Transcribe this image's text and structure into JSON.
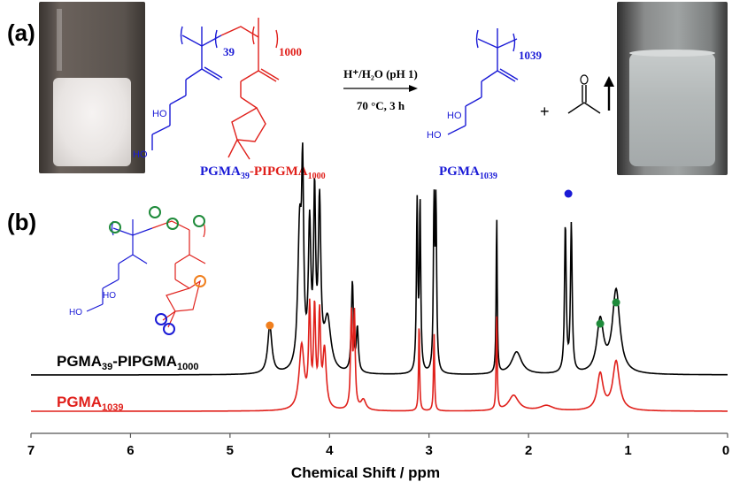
{
  "panel_a": {
    "label": "(a)",
    "copolymer": {
      "name_main_a": "PGMA",
      "name_sub_a": "39",
      "name_sep": "-PIPGMA",
      "name_sub_b": "1000",
      "sub_a": "39",
      "sub_b": "1000",
      "ho_1": "HO",
      "ho_2": "HO"
    },
    "conditions": {
      "reagent": "H⁺/H₂O (pH 1)",
      "temperature": "70 °C, 3 h"
    },
    "product": {
      "name_main": "PGMA",
      "name_sub": "1039",
      "sub": "1039",
      "ho_1": "HO",
      "ho_2": "HO"
    },
    "plus": "+",
    "colors": {
      "pgma": "#1a1ad6",
      "pipgma": "#e0201b",
      "photo_before": "#e8e4e2",
      "photo_after": "#b8bcbc"
    }
  },
  "panel_b": {
    "label": "(b)",
    "trace_labels": {
      "top_main": "PGMA",
      "top_sub_a": "39",
      "top_sep": "-PIPGMA",
      "top_sub_b": "1000",
      "bottom_main": "PGMA",
      "bottom_sub": "1039"
    },
    "structure": {
      "ho_1": "HO",
      "ho_2": "HO"
    },
    "marker_colors": {
      "orange": "#f07f1e",
      "blue": "#1a1ad6",
      "green": "#1e8a3a"
    }
  },
  "chart_data": {
    "type": "line",
    "xlabel": "Chemical Shift / ppm",
    "xlim": [
      7,
      0
    ],
    "x_reversed": true,
    "xticks": [
      "7",
      "6",
      "5",
      "4",
      "3",
      "2",
      "1",
      "0"
    ],
    "grid": false,
    "series": [
      {
        "name": "PGMA39-PIPGMA1000",
        "color": "#000000",
        "peaks": [
          {
            "x": 4.6,
            "h": 0.28,
            "w": 0.025
          },
          {
            "x": 4.3,
            "h": 0.8,
            "w": 0.022
          },
          {
            "x": 4.27,
            "h": 1.0,
            "w": 0.012
          },
          {
            "x": 4.2,
            "h": 0.8,
            "w": 0.015
          },
          {
            "x": 4.15,
            "h": 0.96,
            "w": 0.012
          },
          {
            "x": 4.1,
            "h": 0.93,
            "w": 0.015
          },
          {
            "x": 4.02,
            "h": 0.3,
            "w": 0.04
          },
          {
            "x": 3.77,
            "h": 0.52,
            "w": 0.012
          },
          {
            "x": 3.72,
            "h": 0.25,
            "w": 0.012
          },
          {
            "x": 3.12,
            "h": 0.97,
            "w": 0.008
          },
          {
            "x": 3.09,
            "h": 0.97,
            "w": 0.008
          },
          {
            "x": 2.95,
            "h": 0.94,
            "w": 0.008
          },
          {
            "x": 2.93,
            "h": 0.94,
            "w": 0.008
          },
          {
            "x": 2.32,
            "h": 0.92,
            "w": 0.006
          },
          {
            "x": 2.12,
            "h": 0.13,
            "w": 0.06
          },
          {
            "x": 1.63,
            "h": 0.85,
            "w": 0.01
          },
          {
            "x": 1.57,
            "h": 0.85,
            "w": 0.01
          },
          {
            "x": 1.28,
            "h": 0.3,
            "w": 0.04
          },
          {
            "x": 1.12,
            "h": 0.48,
            "w": 0.045
          }
        ]
      },
      {
        "name": "PGMA1039",
        "color": "#e0201b",
        "peaks": [
          {
            "x": 4.28,
            "h": 0.5,
            "w": 0.03
          },
          {
            "x": 4.2,
            "h": 0.75,
            "w": 0.012
          },
          {
            "x": 4.15,
            "h": 0.75,
            "w": 0.012
          },
          {
            "x": 4.1,
            "h": 0.7,
            "w": 0.012
          },
          {
            "x": 4.05,
            "h": 0.45,
            "w": 0.02
          },
          {
            "x": 3.78,
            "h": 0.72,
            "w": 0.01
          },
          {
            "x": 3.75,
            "h": 0.72,
            "w": 0.01
          },
          {
            "x": 3.66,
            "h": 0.08,
            "w": 0.03
          },
          {
            "x": 3.1,
            "h": 0.7,
            "w": 0.006
          },
          {
            "x": 2.95,
            "h": 0.62,
            "w": 0.006
          },
          {
            "x": 2.32,
            "h": 0.75,
            "w": 0.006
          },
          {
            "x": 2.15,
            "h": 0.12,
            "w": 0.06
          },
          {
            "x": 1.82,
            "h": 0.04,
            "w": 0.08
          },
          {
            "x": 1.28,
            "h": 0.28,
            "w": 0.035
          },
          {
            "x": 1.12,
            "h": 0.38,
            "w": 0.04
          }
        ]
      }
    ],
    "annotations": [
      {
        "marker": "orange-dot",
        "x": 4.6,
        "series": 0
      },
      {
        "marker": "blue-dot",
        "x": 1.6,
        "series": 0
      },
      {
        "marker": "green-dot",
        "x": 1.28,
        "series": 0
      },
      {
        "marker": "green-dot",
        "x": 1.12,
        "series": 0
      }
    ]
  }
}
